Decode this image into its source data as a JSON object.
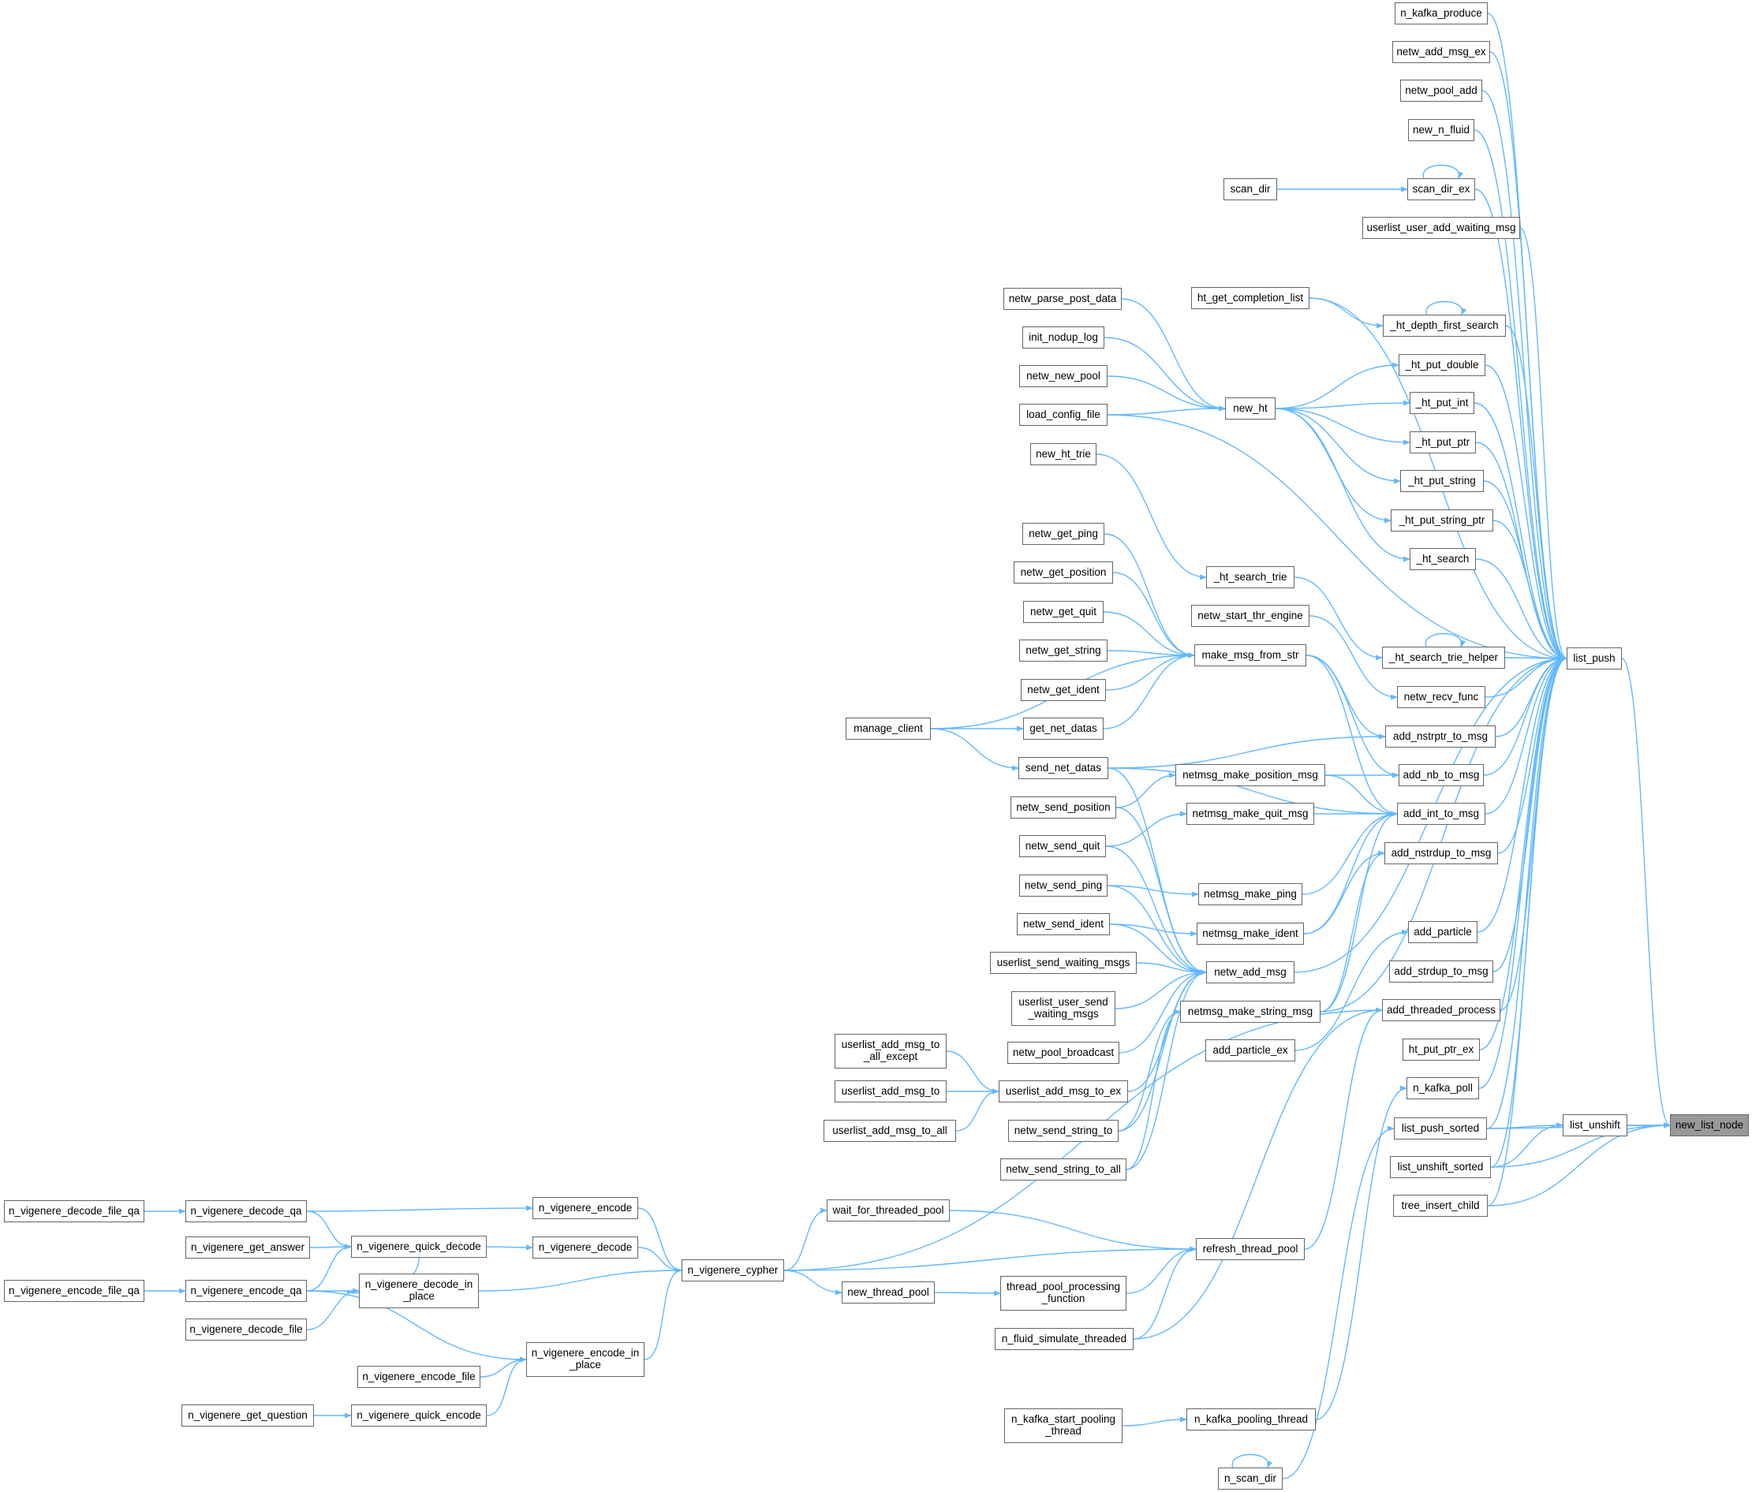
{
  "graph": {
    "focus_node": "new_list_node",
    "colors": {
      "edge": "#63b8ff",
      "node_border": "#666666",
      "focus_fill": "#999999"
    },
    "nodes": {
      "new_list_node": "new_list_node",
      "list_push": "list_push",
      "list_unshift": "list_unshift",
      "list_push_sorted": "list_push_sorted",
      "list_unshift_sorted": "list_unshift_sorted",
      "tree_insert_child": "tree_insert_child",
      "n_kafka_produce": "n_kafka_produce",
      "netw_add_msg_ex": "netw_add_msg_ex",
      "netw_pool_add": "netw_pool_add",
      "new_n_fluid": "new_n_fluid",
      "scan_dir_ex": "scan_dir_ex",
      "scan_dir": "scan_dir",
      "userlist_user_add_waiting_msg": "userlist_user_add_waiting_msg",
      "ht_get_completion_list": "ht_get_completion_list",
      "_ht_depth_first_search": "_ht_depth_first_search",
      "_ht_put_double": "_ht_put_double",
      "_ht_put_int": "_ht_put_int",
      "_ht_put_ptr": "_ht_put_ptr",
      "_ht_put_string": "_ht_put_string",
      "_ht_put_string_ptr": "_ht_put_string_ptr",
      "_ht_search": "_ht_search",
      "_ht_search_trie_helper": "_ht_search_trie_helper",
      "netw_recv_func": "netw_recv_func",
      "add_nstrptr_to_msg": "add_nstrptr_to_msg",
      "add_nb_to_msg": "add_nb_to_msg",
      "add_int_to_msg": "add_int_to_msg",
      "add_nstrdup_to_msg": "add_nstrdup_to_msg",
      "add_particle": "add_particle",
      "add_strdup_to_msg": "add_strdup_to_msg",
      "add_threaded_process": "add_threaded_process",
      "ht_put_ptr_ex": "ht_put_ptr_ex",
      "n_kafka_poll": "n_kafka_poll",
      "netw_parse_post_data": "netw_parse_post_data",
      "init_nodup_log": "init_nodup_log",
      "netw_new_pool": "netw_new_pool",
      "load_config_file": "load_config_file",
      "new_ht": "new_ht",
      "new_ht_trie": "new_ht_trie",
      "_ht_search_trie": "_ht_search_trie",
      "netw_start_thr_engine": "netw_start_thr_engine",
      "netw_get_ping": "netw_get_ping",
      "netw_get_position": "netw_get_position",
      "netw_get_quit": "netw_get_quit",
      "netw_get_string": "netw_get_string",
      "netw_get_ident": "netw_get_ident",
      "make_msg_from_str": "make_msg_from_str",
      "manage_client": "manage_client",
      "get_net_datas": "get_net_datas",
      "send_net_datas": "send_net_datas",
      "netmsg_make_position_msg": "netmsg_make_position_msg",
      "netw_send_position": "netw_send_position",
      "netmsg_make_quit_msg": "netmsg_make_quit_msg",
      "netw_send_quit": "netw_send_quit",
      "netmsg_make_ping": "netmsg_make_ping",
      "netw_send_ping": "netw_send_ping",
      "netmsg_make_ident": "netmsg_make_ident",
      "netw_send_ident": "netw_send_ident",
      "netw_add_msg": "netw_add_msg",
      "userlist_send_waiting_msgs": "userlist_send_waiting_msgs",
      "userlist_user_send_waiting_msgs": "userlist_user_send\n_waiting_msgs",
      "netmsg_make_string_msg": "netmsg_make_string_msg",
      "netw_pool_broadcast": "netw_pool_broadcast",
      "add_particle_ex": "add_particle_ex",
      "userlist_add_msg_to_all_except": "userlist_add_msg_to\n_all_except",
      "userlist_add_msg_to": "userlist_add_msg_to",
      "userlist_add_msg_to_ex": "userlist_add_msg_to_ex",
      "userlist_add_msg_to_all": "userlist_add_msg_to_all",
      "netw_send_string_to": "netw_send_string_to",
      "netw_send_string_to_all": "netw_send_string_to_all",
      "n_vigenere_decode_file_qa": "n_vigenere_decode_file_qa",
      "n_vigenere_decode_qa": "n_vigenere_decode_qa",
      "n_vigenere_encode": "n_vigenere_encode",
      "wait_for_threaded_pool": "wait_for_threaded_pool",
      "n_vigenere_get_answer": "n_vigenere_get_answer",
      "n_vigenere_quick_decode": "n_vigenere_quick_decode",
      "n_vigenere_decode": "n_vigenere_decode",
      "refresh_thread_pool": "refresh_thread_pool",
      "n_vigenere_cypher": "n_vigenere_cypher",
      "n_vigenere_encode_file_qa": "n_vigenere_encode_file_qa",
      "n_vigenere_encode_qa": "n_vigenere_encode_qa",
      "n_vigenere_decode_in_place": "n_vigenere_decode_in\n_place",
      "new_thread_pool": "new_thread_pool",
      "thread_pool_processing_function": "thread_pool_processing\n_function",
      "n_vigenere_decode_file": "n_vigenere_decode_file",
      "n_fluid_simulate_threaded": "n_fluid_simulate_threaded",
      "n_vigenere_encode_in_place": "n_vigenere_encode_in\n_place",
      "n_vigenere_encode_file": "n_vigenere_encode_file",
      "n_vigenere_get_question": "n_vigenere_get_question",
      "n_vigenere_quick_encode": "n_vigenere_quick_encode",
      "n_kafka_start_pooling_thread": "n_kafka_start_pooling\n_thread",
      "n_kafka_pooling_thread": "n_kafka_pooling_thread",
      "n_scan_dir": "n_scan_dir"
    }
  }
}
